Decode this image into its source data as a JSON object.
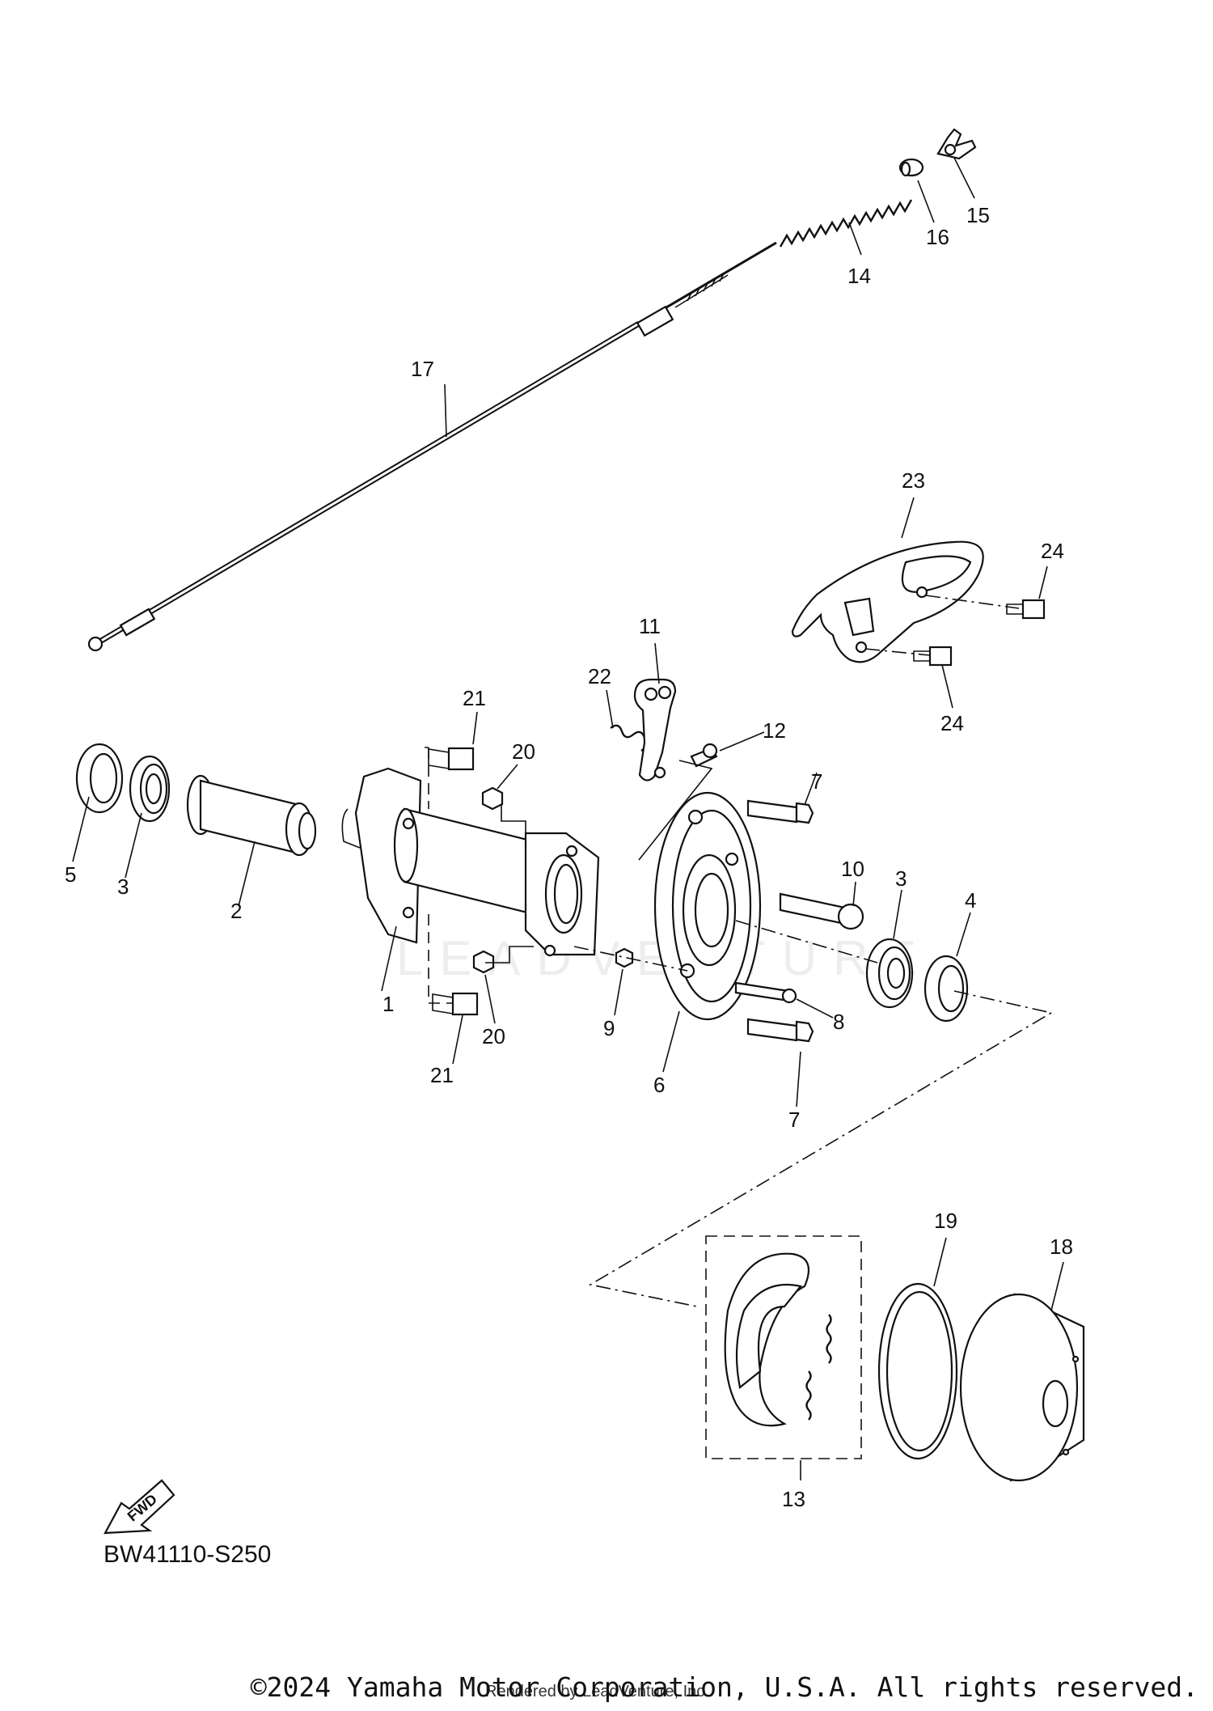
{
  "diagram": {
    "code": "BW41110-S250",
    "fwd_badge": "FWD",
    "copyright": "©2024 Yamaha Motor Corporation, U.S.A. All rights reserved.",
    "rendered_by": "Rendered by LeadVenture, Inc.",
    "watermark": "LEADVENTURE",
    "callouts": {
      "c1": "1",
      "c2": "2",
      "c3a": "3",
      "c3b": "3",
      "c4": "4",
      "c5": "5",
      "c6": "6",
      "c7a": "7",
      "c7b": "7",
      "c8": "8",
      "c9": "9",
      "c10": "10",
      "c11": "11",
      "c12": "12",
      "c13": "13",
      "c14": "14",
      "c15": "15",
      "c16": "16",
      "c17": "17",
      "c18": "18",
      "c19": "19",
      "c20a": "20",
      "c20b": "20",
      "c21a": "21",
      "c21b": "21",
      "c22": "22",
      "c23": "23",
      "c24a": "24",
      "c24b": "24"
    }
  }
}
